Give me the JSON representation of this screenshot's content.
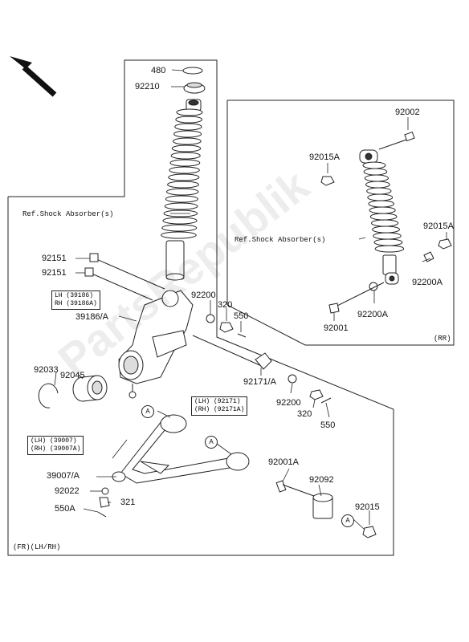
{
  "parts": {
    "p480": "480",
    "p92210": "92210",
    "p92002": "92002",
    "p92015A_top": "92015A",
    "p92015A_right": "92015A",
    "p92200A_a": "92200A",
    "p92200A_b": "92200A",
    "p92001": "92001",
    "p92151_a": "92151",
    "p92151_b": "92151",
    "p39186A": "39186/A",
    "p92200_a": "92200",
    "p320_a": "320",
    "p550_a": "550",
    "p92045": "92045",
    "p92033": "92033",
    "p92171A": "92171/A",
    "p92200_b": "92200",
    "p320_b": "320",
    "p550_b": "550",
    "p92001A": "92001A",
    "p92092": "92092",
    "p92015": "92015",
    "p39007A": "39007/A",
    "p92022": "92022",
    "p321": "321",
    "p550A": "550A"
  },
  "refs": {
    "shock_left": "Ref.Shock Absorber(s)",
    "shock_right": "Ref.Shock Absorber(s)"
  },
  "boxes": {
    "knuckle": [
      "LH (39186)",
      "RH (39186A)"
    ],
    "p92171": [
      "(LH) (92171)",
      "(RH) (92171A)"
    ],
    "p39007": [
      "(LH) (39007)",
      "(RH) (39007A)"
    ]
  },
  "markers": {
    "a": "A"
  },
  "footers": {
    "rr": "(RR)",
    "fr": "(FR)(LH/RH)"
  },
  "watermark": "PartsRepublik"
}
